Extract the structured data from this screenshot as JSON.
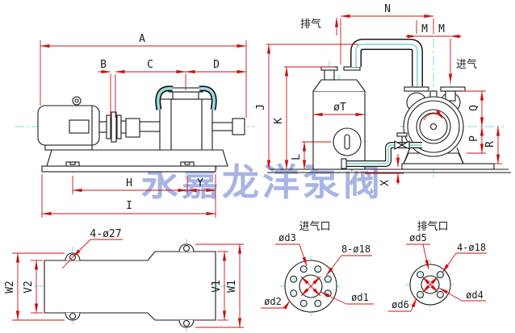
{
  "drawing": {
    "watermark": "永嘉龙洋泵阀",
    "colors": {
      "line": "#1a1a1a",
      "dimension": "#cc1111",
      "centerline": "#7fd8d8",
      "pipe_highlight": "#9adede",
      "watermark": "#99a8e0"
    },
    "side_view": {
      "dim_a": "A",
      "dim_b": "B",
      "dim_c": "C",
      "dim_d": "D",
      "dim_h": "H",
      "dim_y": "Y",
      "dim_i": "I"
    },
    "front_view": {
      "dim_n": "N",
      "dim_m_left": "M",
      "dim_m_right": "M",
      "dim_j": "J",
      "dim_k": "K",
      "dim_l": "L",
      "dim_t": "øT",
      "dim_q": "Q",
      "dim_p": "P",
      "dim_r": "R",
      "dim_x": "X",
      "exhaust_label": "排气",
      "intake_label": "进气"
    },
    "plan_view": {
      "bolt_holes": "4-ø27",
      "dim_w2": "W2",
      "dim_v2": "V2",
      "dim_v1": "V1",
      "dim_w1": "W1"
    },
    "intake_flange": {
      "title": "进气口",
      "dim_d3": "ød3",
      "bolt_holes": "8-ø18",
      "dim_d2": "ød2",
      "dim_d1": "ød1"
    },
    "exhaust_flange": {
      "title": "排气口",
      "dim_d5": "ød5",
      "bolt_holes": "4-ø18",
      "dim_d6": "ød6",
      "dim_d4": "ød4"
    }
  }
}
